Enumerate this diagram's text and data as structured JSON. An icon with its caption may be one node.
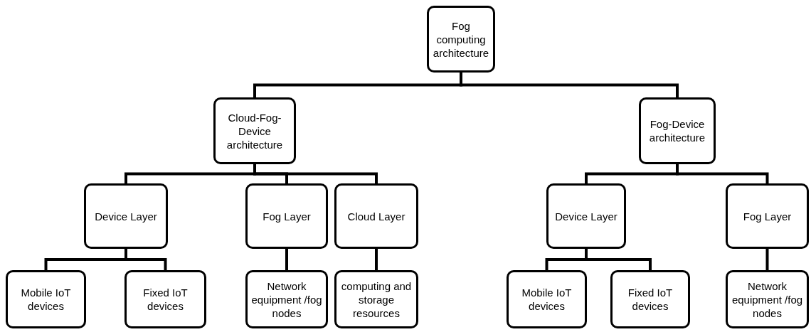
{
  "diagram": {
    "nodes": [
      {
        "text": [
          "Fog computing architecture"
        ]
      },
      {
        "text": [
          "Cloud-Fog-Device architecture"
        ]
      },
      {
        "text": [
          "Fog-Device architecture"
        ]
      },
      {
        "text": [
          "Device Layer"
        ]
      },
      {
        "text": [
          "Fog Layer"
        ]
      },
      {
        "text": [
          "Cloud Layer"
        ]
      },
      {
        "text": [
          "Device Layer"
        ]
      },
      {
        "text": [
          "Fog Layer"
        ]
      },
      {
        "text": [
          "Mobile IoT devices"
        ]
      },
      {
        "text": [
          "Fixed IoT devices"
        ]
      },
      {
        "text": [
          "Network equipment /fog nodes"
        ]
      },
      {
        "text": [
          "computing and storage resources"
        ]
      },
      {
        "text": [
          "Mobile IoT devices"
        ]
      },
      {
        "text": [
          "Fixed IoT devices"
        ]
      },
      {
        "text": [
          "Network equipment /fog nodes"
        ]
      }
    ],
    "edges": [
      {
        "from": 0,
        "to": 1,
        "arrow": "none"
      },
      {
        "from": 0,
        "to": 2,
        "arrow": "none"
      },
      {
        "from": 1,
        "to": 3,
        "arrow": "none"
      },
      {
        "from": 1,
        "to": 4,
        "arrow": "none"
      },
      {
        "from": 1,
        "to": 5,
        "arrow": "none"
      },
      {
        "from": 2,
        "to": 6,
        "arrow": "none"
      },
      {
        "from": 2,
        "to": 7,
        "arrow": "none"
      },
      {
        "from": 3,
        "to": 8,
        "arrow": "none"
      },
      {
        "from": 3,
        "to": 9,
        "arrow": "none"
      },
      {
        "from": 4,
        "to": 10,
        "arrow": "none"
      },
      {
        "from": 5,
        "to": 11,
        "arrow": "none"
      },
      {
        "from": 6,
        "to": 12,
        "arrow": "none"
      },
      {
        "from": 6,
        "to": 13,
        "arrow": "none"
      },
      {
        "from": 7,
        "to": 14,
        "arrow": "none"
      }
    ]
  }
}
